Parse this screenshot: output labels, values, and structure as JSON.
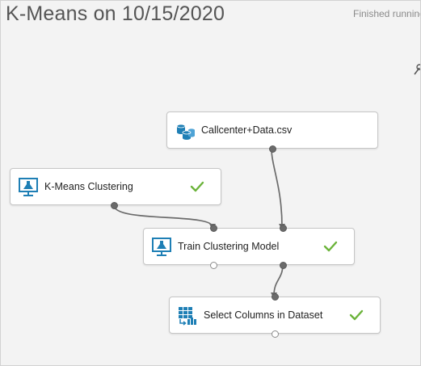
{
  "experiment": {
    "title": "K-Means on 10/15/2020",
    "status": "Finished running"
  },
  "modules": [
    {
      "id": "callcenter-data",
      "label": "Callcenter+Data.csv",
      "icon": "dataset-cylinder-icon",
      "completed": false
    },
    {
      "id": "kmeans-clustering",
      "label": "K-Means Clustering",
      "icon": "flask-monitor-icon",
      "completed": true
    },
    {
      "id": "train-clustering-model",
      "label": "Train Clustering Model",
      "icon": "flask-monitor-icon",
      "completed": true
    },
    {
      "id": "select-columns",
      "label": "Select Columns in Dataset",
      "icon": "table-columns-icon",
      "completed": true
    }
  ],
  "colors": {
    "canvas": "#f3f3f3",
    "icon_blue": "#1e7fb5",
    "check_green": "#6bb33a",
    "connector": "#6b6b6b"
  }
}
